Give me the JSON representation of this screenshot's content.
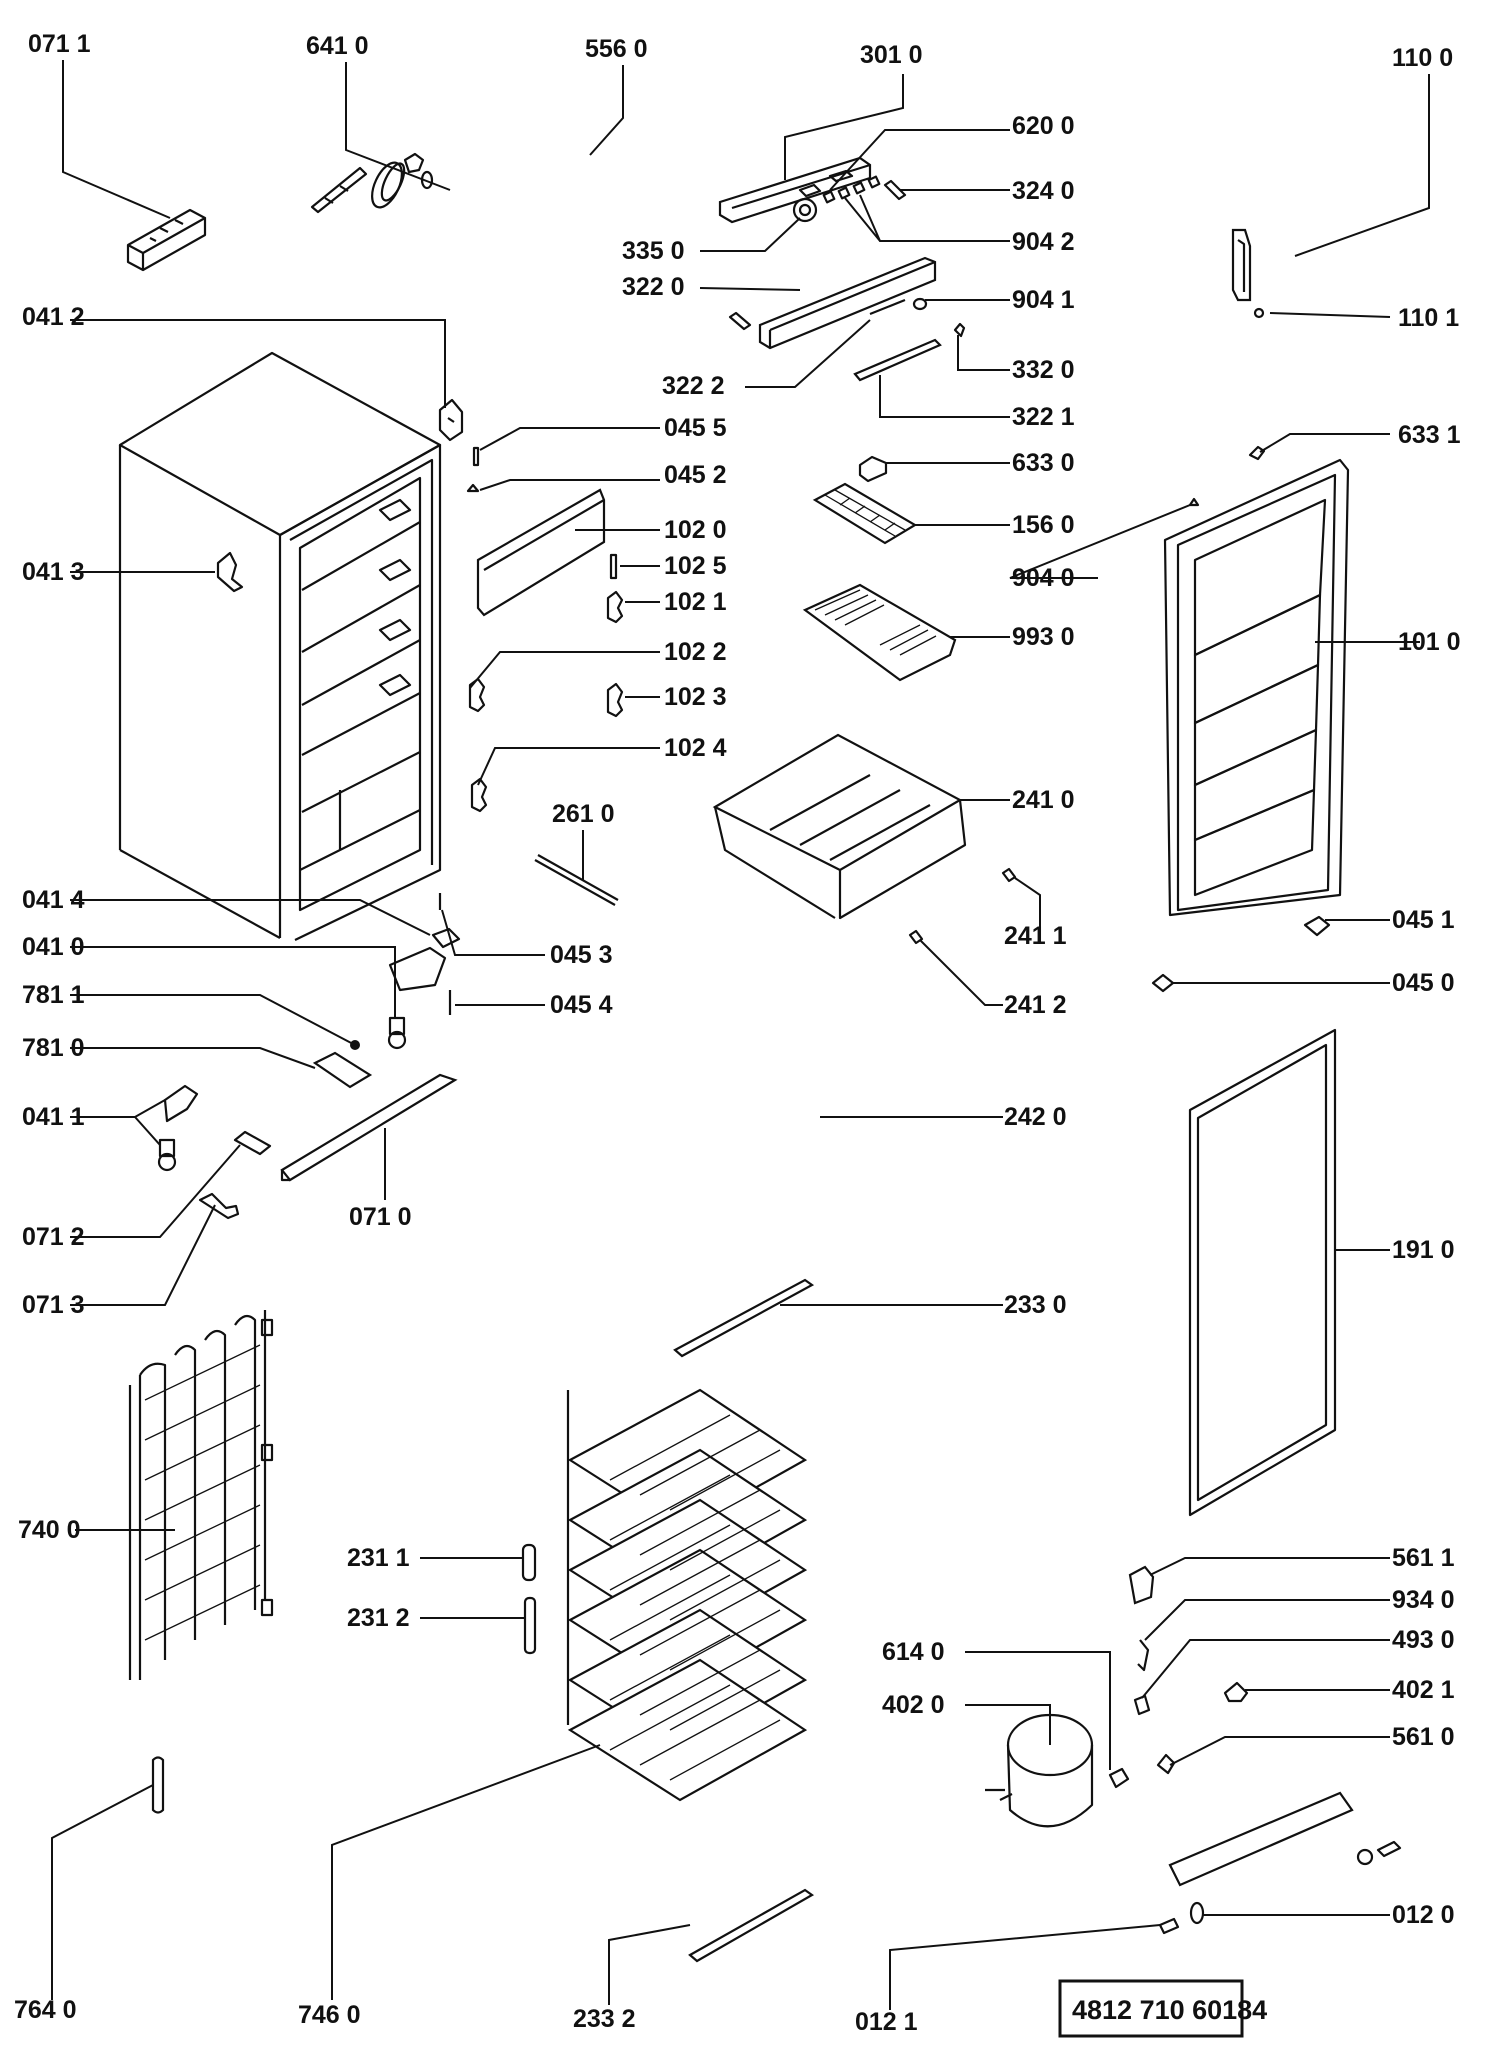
{
  "diagram": {
    "title": "Exploded parts diagram - upright freezer",
    "document_number": "4812 710 60184",
    "labels": [
      {
        "id": "0711",
        "text": "071 1"
      },
      {
        "id": "6410",
        "text": "641 0"
      },
      {
        "id": "5560",
        "text": "556 0"
      },
      {
        "id": "3010",
        "text": "301 0"
      },
      {
        "id": "1100",
        "text": "110 0"
      },
      {
        "id": "6200",
        "text": "620 0"
      },
      {
        "id": "3240",
        "text": "324 0"
      },
      {
        "id": "3350",
        "text": "335 0"
      },
      {
        "id": "9042",
        "text": "904 2"
      },
      {
        "id": "3220",
        "text": "322 0"
      },
      {
        "id": "9041",
        "text": "904 1"
      },
      {
        "id": "1101",
        "text": "110 1"
      },
      {
        "id": "0412",
        "text": "041 2"
      },
      {
        "id": "3222",
        "text": "322 2"
      },
      {
        "id": "3320",
        "text": "332 0"
      },
      {
        "id": "0455",
        "text": "045 5"
      },
      {
        "id": "3221",
        "text": "322 1"
      },
      {
        "id": "6331",
        "text": "633 1"
      },
      {
        "id": "6330",
        "text": "633 0"
      },
      {
        "id": "0452",
        "text": "045 2"
      },
      {
        "id": "1560",
        "text": "156 0"
      },
      {
        "id": "1020",
        "text": "102 0"
      },
      {
        "id": "0413",
        "text": "041 3"
      },
      {
        "id": "1025",
        "text": "102 5"
      },
      {
        "id": "9040",
        "text": "904 0"
      },
      {
        "id": "1021",
        "text": "102 1"
      },
      {
        "id": "9930",
        "text": "993 0"
      },
      {
        "id": "1010",
        "text": "101 0"
      },
      {
        "id": "1022",
        "text": "102 2"
      },
      {
        "id": "1023",
        "text": "102 3"
      },
      {
        "id": "1024",
        "text": "102 4"
      },
      {
        "id": "2410",
        "text": "241 0"
      },
      {
        "id": "2610",
        "text": "261 0"
      },
      {
        "id": "0414",
        "text": "041 4"
      },
      {
        "id": "0451",
        "text": "045 1"
      },
      {
        "id": "2411",
        "text": "241 1"
      },
      {
        "id": "0453",
        "text": "045 3"
      },
      {
        "id": "0410",
        "text": "041 0"
      },
      {
        "id": "0450",
        "text": "045 0"
      },
      {
        "id": "7811",
        "text": "781 1"
      },
      {
        "id": "0454",
        "text": "045 4"
      },
      {
        "id": "2412",
        "text": "241 2"
      },
      {
        "id": "7810",
        "text": "781 0"
      },
      {
        "id": "0411",
        "text": "041 1"
      },
      {
        "id": "2420",
        "text": "242 0"
      },
      {
        "id": "0710",
        "text": "071 0"
      },
      {
        "id": "0712",
        "text": "071 2"
      },
      {
        "id": "1910",
        "text": "191 0"
      },
      {
        "id": "0713",
        "text": "071 3"
      },
      {
        "id": "2330",
        "text": "233 0"
      },
      {
        "id": "7400",
        "text": "740 0"
      },
      {
        "id": "2311",
        "text": "231 1"
      },
      {
        "id": "5611",
        "text": "561 1"
      },
      {
        "id": "2312",
        "text": "231 2"
      },
      {
        "id": "9340",
        "text": "934 0"
      },
      {
        "id": "6140",
        "text": "614 0"
      },
      {
        "id": "4930",
        "text": "493 0"
      },
      {
        "id": "4020",
        "text": "402 0"
      },
      {
        "id": "4021",
        "text": "402 1"
      },
      {
        "id": "5610",
        "text": "561 0"
      },
      {
        "id": "0120",
        "text": "012 0"
      },
      {
        "id": "7640",
        "text": "764 0"
      },
      {
        "id": "7460",
        "text": "746 0"
      },
      {
        "id": "2332",
        "text": "233 2"
      },
      {
        "id": "0121",
        "text": "012 1"
      }
    ]
  }
}
